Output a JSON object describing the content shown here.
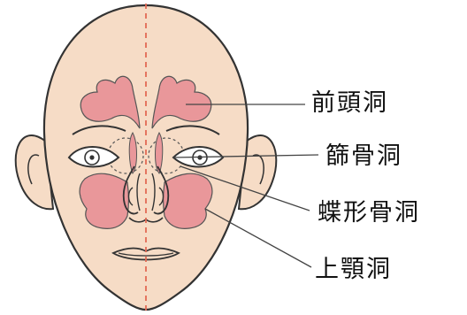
{
  "labels": {
    "frontal": "前頭洞",
    "ethmoid": "篩骨洞",
    "sphenoid": "蝶形骨洞",
    "maxillary": "上顎洞"
  },
  "colors": {
    "skin": "#f6dcc6",
    "sinus": "#e9979a",
    "outline": "#333333",
    "midline": "#e26a55",
    "leader": "#444444"
  }
}
